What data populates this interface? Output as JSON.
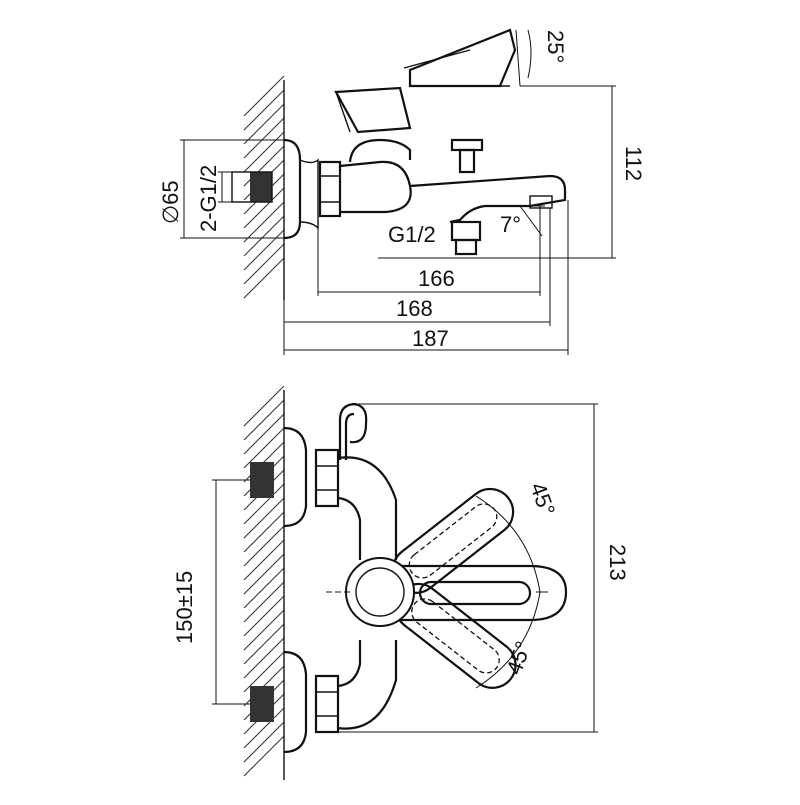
{
  "drawing": {
    "top_view": {
      "dim_187": "187",
      "dim_168": "168",
      "dim_166": "166",
      "dim_112": "112",
      "angle_25": "25°",
      "angle_7": "7°",
      "thread_outlet": "G1/2",
      "thread_inlet": "2-G1/2",
      "diameter": "∅65"
    },
    "front_view": {
      "dim_213": "213",
      "dim_150": "150±15",
      "angle_45_top": "45°",
      "angle_45_bottom": "45°"
    }
  }
}
